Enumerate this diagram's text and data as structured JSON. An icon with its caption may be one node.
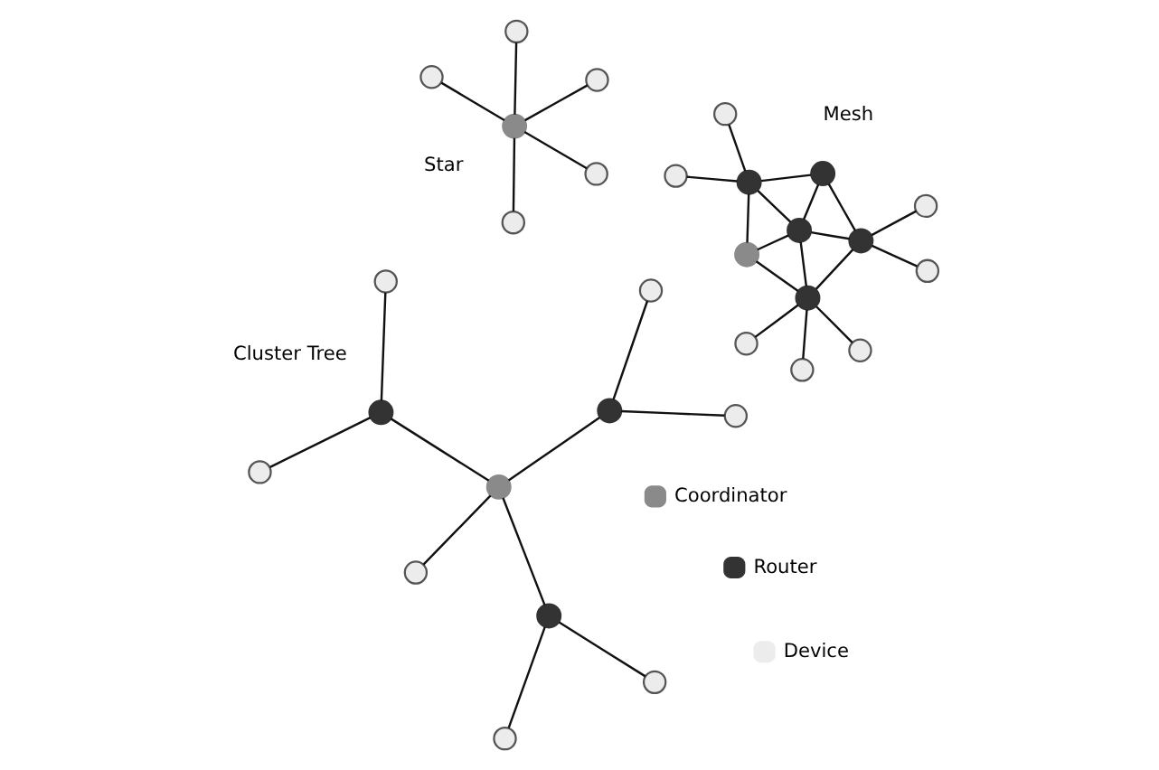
{
  "diagram": {
    "nodes": [
      {
        "text": [],
        "shape": "circle"
      },
      {
        "text": [],
        "shape": "circle"
      },
      {
        "text": [],
        "shape": "circle"
      },
      {
        "text": [],
        "shape": "circle"
      },
      {
        "text": [],
        "shape": "circle"
      },
      {
        "text": [],
        "shape": "circle"
      },
      {
        "text": [],
        "shape": "circle"
      },
      {
        "text": [],
        "shape": "circle"
      },
      {
        "text": [],
        "shape": "circle"
      },
      {
        "text": [],
        "shape": "circle"
      },
      {
        "text": [],
        "shape": "circle"
      },
      {
        "text": [],
        "shape": "circle"
      },
      {
        "text": [],
        "shape": "circle"
      },
      {
        "text": [],
        "shape": "circle"
      },
      {
        "text": [],
        "shape": "circle"
      },
      {
        "text": [],
        "shape": "circle"
      },
      {
        "text": [],
        "shape": "circle"
      },
      {
        "text": [],
        "shape": "circle"
      },
      {
        "text": [],
        "shape": "circle"
      },
      {
        "text": [],
        "shape": "circle"
      },
      {
        "text": [],
        "shape": "circle"
      },
      {
        "text": [],
        "shape": "circle"
      },
      {
        "text": [],
        "shape": "circle"
      },
      {
        "text": [],
        "shape": "circle"
      },
      {
        "text": [],
        "shape": "circle"
      },
      {
        "text": [],
        "shape": "circle"
      },
      {
        "text": [],
        "shape": "circle"
      },
      {
        "text": [],
        "shape": "circle"
      },
      {
        "text": [],
        "shape": "circle"
      },
      {
        "text": [],
        "shape": "circle"
      }
    ],
    "edges": [
      {
        "from": 0,
        "to": 1,
        "arrow": "none"
      },
      {
        "from": 0,
        "to": 2,
        "arrow": "none"
      },
      {
        "from": 0,
        "to": 3,
        "arrow": "none"
      },
      {
        "from": 0,
        "to": 4,
        "arrow": "none"
      },
      {
        "from": 0,
        "to": 5,
        "arrow": "none"
      },
      {
        "from": 6,
        "to": 7,
        "arrow": "none"
      },
      {
        "from": 6,
        "to": 8,
        "arrow": "none"
      },
      {
        "from": 6,
        "to": 9,
        "arrow": "none"
      },
      {
        "from": 7,
        "to": 8,
        "arrow": "none"
      },
      {
        "from": 7,
        "to": 10,
        "arrow": "none"
      },
      {
        "from": 8,
        "to": 9,
        "arrow": "none"
      },
      {
        "from": 8,
        "to": 10,
        "arrow": "none"
      },
      {
        "from": 8,
        "to": 11,
        "arrow": "none"
      },
      {
        "from": 9,
        "to": 11,
        "arrow": "none"
      },
      {
        "from": 11,
        "to": 10,
        "arrow": "none"
      },
      {
        "from": 7,
        "to": 12,
        "arrow": "none"
      },
      {
        "from": 7,
        "to": 13,
        "arrow": "none"
      },
      {
        "from": 7,
        "to": 14,
        "arrow": "none"
      },
      {
        "from": 9,
        "to": 15,
        "arrow": "none"
      },
      {
        "from": 9,
        "to": 16,
        "arrow": "none"
      },
      {
        "from": 10,
        "to": 17,
        "arrow": "none"
      },
      {
        "from": 10,
        "to": 18,
        "arrow": "none"
      },
      {
        "from": 19,
        "to": 20,
        "arrow": "none"
      },
      {
        "from": 19,
        "to": 21,
        "arrow": "none"
      },
      {
        "from": 19,
        "to": 22,
        "arrow": "none"
      },
      {
        "from": 19,
        "to": 25,
        "arrow": "none"
      },
      {
        "from": 20,
        "to": 23,
        "arrow": "none"
      },
      {
        "from": 20,
        "to": 24,
        "arrow": "none"
      },
      {
        "from": 21,
        "to": 26,
        "arrow": "none"
      },
      {
        "from": 21,
        "to": 27,
        "arrow": "none"
      },
      {
        "from": 22,
        "to": 28,
        "arrow": "none"
      },
      {
        "from": 22,
        "to": 29,
        "arrow": "none"
      }
    ],
    "labels": [
      "Star",
      "Mesh",
      "Cluster Tree"
    ],
    "legend": [
      {
        "text": "Coordinator",
        "color": "#8a8a8a"
      },
      {
        "text": "Router",
        "color": "#333333"
      },
      {
        "text": "Device",
        "color": "#ececec"
      }
    ]
  }
}
